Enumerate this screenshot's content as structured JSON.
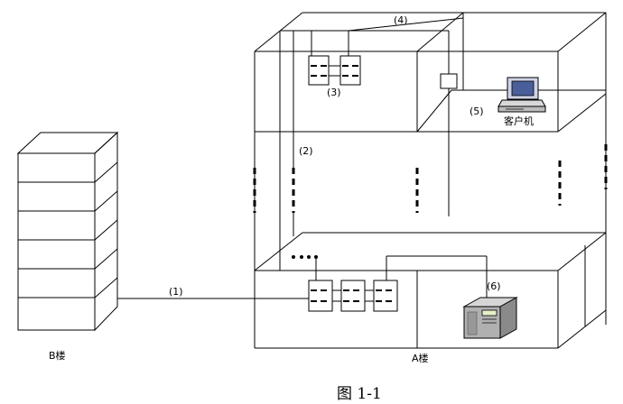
{
  "labels": {
    "link1": "(1)",
    "link2": "(2)",
    "link3": "(3)",
    "link4": "(4)",
    "link5": "(5)",
    "link6": "(6)",
    "client": "客户机",
    "building_b": "B楼",
    "building_a": "A楼"
  },
  "caption": "图 1-1"
}
